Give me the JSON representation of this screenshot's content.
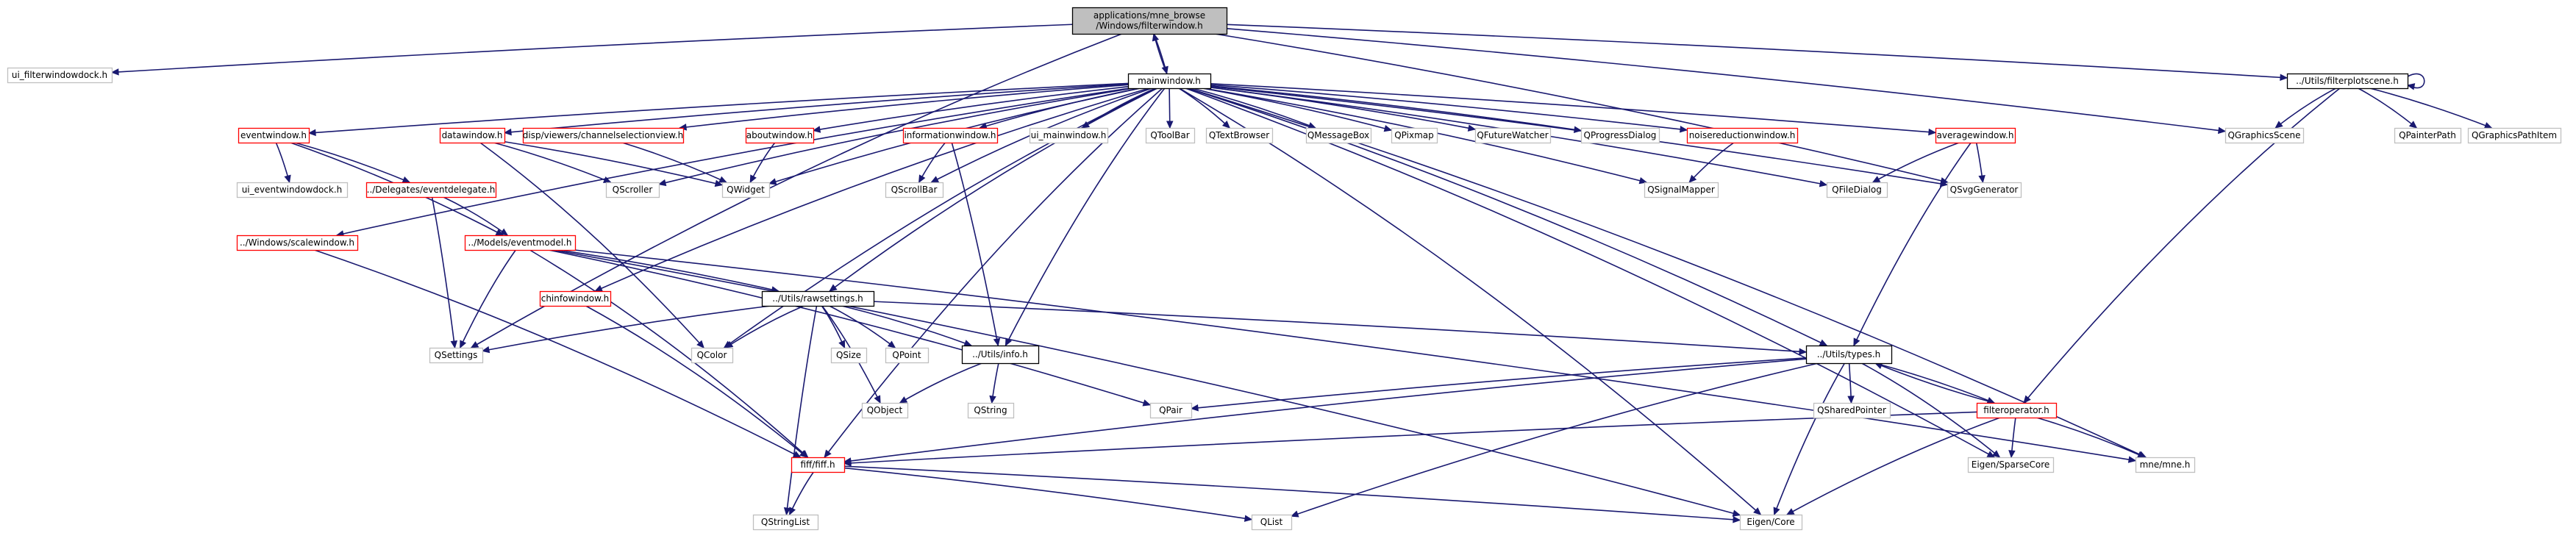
{
  "nodes": [
    {
      "id": "root",
      "lines": [
        "applications/mne_browse",
        "/Windows/filterwindow.h"
      ],
      "style": "root"
    },
    {
      "id": "ui_filter",
      "lines": [
        "ui_filterwindowdock.h"
      ],
      "style": "grey"
    },
    {
      "id": "mainwindow",
      "lines": [
        "mainwindow.h"
      ],
      "style": "black"
    },
    {
      "id": "filterplotscene",
      "lines": [
        "../Utils/filterplotscene.h"
      ],
      "style": "black"
    },
    {
      "id": "eventwindow",
      "lines": [
        "eventwindow.h"
      ],
      "style": "red"
    },
    {
      "id": "datawindow",
      "lines": [
        "datawindow.h"
      ],
      "style": "red"
    },
    {
      "id": "chansel",
      "lines": [
        "disp/viewers/channelselectionview.h"
      ],
      "style": "red"
    },
    {
      "id": "aboutwindow",
      "lines": [
        "aboutwindow.h"
      ],
      "style": "red"
    },
    {
      "id": "infowindow",
      "lines": [
        "informationwindow.h"
      ],
      "style": "red"
    },
    {
      "id": "ui_mainwindow",
      "lines": [
        "ui_mainwindow.h"
      ],
      "style": "grey"
    },
    {
      "id": "qtoolbar",
      "lines": [
        "QToolBar"
      ],
      "style": "grey"
    },
    {
      "id": "qtextbrowser",
      "lines": [
        "QTextBrowser"
      ],
      "style": "grey"
    },
    {
      "id": "qmessagebox",
      "lines": [
        "QMessageBox"
      ],
      "style": "grey"
    },
    {
      "id": "qpixmap",
      "lines": [
        "QPixmap"
      ],
      "style": "grey"
    },
    {
      "id": "qfuturewatcher",
      "lines": [
        "QFutureWatcher"
      ],
      "style": "grey"
    },
    {
      "id": "qprogressdialog",
      "lines": [
        "QProgressDialog"
      ],
      "style": "grey"
    },
    {
      "id": "noisered",
      "lines": [
        "noisereductionwindow.h"
      ],
      "style": "red"
    },
    {
      "id": "averagewindow",
      "lines": [
        "averagewindow.h"
      ],
      "style": "red"
    },
    {
      "id": "qgraphicsscene",
      "lines": [
        "QGraphicsScene"
      ],
      "style": "grey"
    },
    {
      "id": "qpainterpath",
      "lines": [
        "QPainterPath"
      ],
      "style": "grey"
    },
    {
      "id": "qgraphicspathitem",
      "lines": [
        "QGraphicsPathItem"
      ],
      "style": "grey"
    },
    {
      "id": "ui_eventwindowdock",
      "lines": [
        "ui_eventwindowdock.h"
      ],
      "style": "grey"
    },
    {
      "id": "eventdelegate",
      "lines": [
        "../Delegates/eventdelegate.h"
      ],
      "style": "red"
    },
    {
      "id": "qscroller",
      "lines": [
        "QScroller"
      ],
      "style": "grey"
    },
    {
      "id": "qwidget",
      "lines": [
        "QWidget"
      ],
      "style": "grey"
    },
    {
      "id": "qscrollbar",
      "lines": [
        "QScrollBar"
      ],
      "style": "grey"
    },
    {
      "id": "qsignalmapper",
      "lines": [
        "QSignalMapper"
      ],
      "style": "grey"
    },
    {
      "id": "qfiledialog",
      "lines": [
        "QFileDialog"
      ],
      "style": "grey"
    },
    {
      "id": "qsvggenerator",
      "lines": [
        "QSvgGenerator"
      ],
      "style": "grey"
    },
    {
      "id": "scalewindow",
      "lines": [
        "../Windows/scalewindow.h"
      ],
      "style": "red"
    },
    {
      "id": "eventmodel",
      "lines": [
        "../Models/eventmodel.h"
      ],
      "style": "red"
    },
    {
      "id": "chinfowindow",
      "lines": [
        "chinfowindow.h"
      ],
      "style": "red"
    },
    {
      "id": "rawsettings",
      "lines": [
        "../Utils/rawsettings.h"
      ],
      "style": "black"
    },
    {
      "id": "qsettings",
      "lines": [
        "QSettings"
      ],
      "style": "grey"
    },
    {
      "id": "qcolor",
      "lines": [
        "QColor"
      ],
      "style": "grey"
    },
    {
      "id": "qsize",
      "lines": [
        "QSize"
      ],
      "style": "grey"
    },
    {
      "id": "qpoint",
      "lines": [
        "QPoint"
      ],
      "style": "grey"
    },
    {
      "id": "utilsinfo",
      "lines": [
        "../Utils/info.h"
      ],
      "style": "black"
    },
    {
      "id": "utilstypes",
      "lines": [
        "../Utils/types.h"
      ],
      "style": "black"
    },
    {
      "id": "qobject",
      "lines": [
        "QObject"
      ],
      "style": "grey"
    },
    {
      "id": "qstring",
      "lines": [
        "QString"
      ],
      "style": "grey"
    },
    {
      "id": "qpair",
      "lines": [
        "QPair"
      ],
      "style": "grey"
    },
    {
      "id": "qsharedpointer",
      "lines": [
        "QSharedPointer"
      ],
      "style": "grey"
    },
    {
      "id": "filteroperator",
      "lines": [
        "filteroperator.h"
      ],
      "style": "red"
    },
    {
      "id": "fiff",
      "lines": [
        "fiff/fiff.h"
      ],
      "style": "red"
    },
    {
      "id": "eigensparse",
      "lines": [
        "Eigen/SparseCore"
      ],
      "style": "grey"
    },
    {
      "id": "mnemne",
      "lines": [
        "mne/mne.h"
      ],
      "style": "grey"
    },
    {
      "id": "qstringlist",
      "lines": [
        "QStringList"
      ],
      "style": "grey"
    },
    {
      "id": "qlist",
      "lines": [
        "QList"
      ],
      "style": "grey"
    },
    {
      "id": "eigencore",
      "lines": [
        "Eigen/Core"
      ],
      "style": "grey"
    }
  ],
  "edges": [
    [
      "root",
      "ui_filter"
    ],
    [
      "root",
      "mainwindow"
    ],
    [
      "root",
      "filterplotscene"
    ],
    [
      "root",
      "qsettings"
    ],
    [
      "root",
      "qgraphicsscene"
    ],
    [
      "root",
      "qsvggenerator"
    ],
    [
      "mainwindow",
      "root"
    ],
    [
      "mainwindow",
      "eventwindow"
    ],
    [
      "mainwindow",
      "datawindow"
    ],
    [
      "mainwindow",
      "chansel"
    ],
    [
      "mainwindow",
      "aboutwindow"
    ],
    [
      "mainwindow",
      "infowindow"
    ],
    [
      "mainwindow",
      "ui_mainwindow"
    ],
    [
      "mainwindow",
      "qtoolbar"
    ],
    [
      "mainwindow",
      "qtextbrowser"
    ],
    [
      "mainwindow",
      "qmessagebox"
    ],
    [
      "mainwindow",
      "qpixmap"
    ],
    [
      "mainwindow",
      "qfuturewatcher"
    ],
    [
      "mainwindow",
      "qprogressdialog"
    ],
    [
      "mainwindow",
      "noisered"
    ],
    [
      "mainwindow",
      "averagewindow"
    ],
    [
      "mainwindow",
      "scalewindow"
    ],
    [
      "mainwindow",
      "chinfowindow"
    ],
    [
      "mainwindow",
      "rawsettings"
    ],
    [
      "mainwindow",
      "qscroller"
    ],
    [
      "mainwindow",
      "qwidget"
    ],
    [
      "mainwindow",
      "qscrollbar"
    ],
    [
      "mainwindow",
      "qsignalmapper"
    ],
    [
      "mainwindow",
      "qfiledialog"
    ],
    [
      "mainwindow",
      "qsvggenerator"
    ],
    [
      "mainwindow",
      "utilsinfo"
    ],
    [
      "mainwindow",
      "utilstypes"
    ],
    [
      "mainwindow",
      "fiff"
    ],
    [
      "mainwindow",
      "eigensparse"
    ],
    [
      "mainwindow",
      "mnemne"
    ],
    [
      "mainwindow",
      "eigencore"
    ],
    [
      "mainwindow",
      "qcolor"
    ],
    [
      "filterplotscene",
      "filterplotscene"
    ],
    [
      "filterplotscene",
      "qgraphicsscene"
    ],
    [
      "filterplotscene",
      "qpainterpath"
    ],
    [
      "filterplotscene",
      "qgraphicspathitem"
    ],
    [
      "filterplotscene",
      "filteroperator"
    ],
    [
      "eventwindow",
      "ui_eventwindowdock"
    ],
    [
      "eventwindow",
      "eventdelegate"
    ],
    [
      "eventwindow",
      "eventmodel"
    ],
    [
      "datawindow",
      "qscroller"
    ],
    [
      "datawindow",
      "qwidget"
    ],
    [
      "datawindow",
      "qcolor"
    ],
    [
      "chansel",
      "qwidget"
    ],
    [
      "aboutwindow",
      "qwidget"
    ],
    [
      "infowindow",
      "qscrollbar"
    ],
    [
      "infowindow",
      "utilsinfo"
    ],
    [
      "noisered",
      "qsignalmapper"
    ],
    [
      "averagewindow",
      "qfiledialog"
    ],
    [
      "averagewindow",
      "qsvggenerator"
    ],
    [
      "averagewindow",
      "utilstypes"
    ],
    [
      "eventdelegate",
      "eventmodel"
    ],
    [
      "eventdelegate",
      "qsettings"
    ],
    [
      "scalewindow",
      "fiff"
    ],
    [
      "eventmodel",
      "rawsettings"
    ],
    [
      "eventmodel",
      "qsettings"
    ],
    [
      "eventmodel",
      "fiff"
    ],
    [
      "eventmodel",
      "qpair"
    ],
    [
      "eventmodel",
      "eigencore"
    ],
    [
      "eventmodel",
      "mnemne"
    ],
    [
      "chinfowindow",
      "fiff"
    ],
    [
      "rawsettings",
      "qsettings"
    ],
    [
      "rawsettings",
      "qcolor"
    ],
    [
      "rawsettings",
      "qsize"
    ],
    [
      "rawsettings",
      "qpoint"
    ],
    [
      "rawsettings",
      "utilsinfo"
    ],
    [
      "rawsettings",
      "qobject"
    ],
    [
      "rawsettings",
      "qstringlist"
    ],
    [
      "rawsettings",
      "utilstypes"
    ],
    [
      "utilsinfo",
      "qobject"
    ],
    [
      "utilsinfo",
      "qstring"
    ],
    [
      "utilstypes",
      "qpair"
    ],
    [
      "utilstypes",
      "qsharedpointer"
    ],
    [
      "utilstypes",
      "filteroperator"
    ],
    [
      "utilstypes",
      "fiff"
    ],
    [
      "utilstypes",
      "eigensparse"
    ],
    [
      "utilstypes",
      "eigencore"
    ],
    [
      "utilstypes",
      "qlist"
    ],
    [
      "filteroperator",
      "utilstypes"
    ],
    [
      "filteroperator",
      "eigensparse"
    ],
    [
      "filteroperator",
      "mnemne"
    ],
    [
      "filteroperator",
      "eigencore"
    ],
    [
      "filteroperator",
      "fiff"
    ],
    [
      "fiff",
      "qstringlist"
    ],
    [
      "fiff",
      "qlist"
    ],
    [
      "fiff",
      "eigencore"
    ]
  ]
}
